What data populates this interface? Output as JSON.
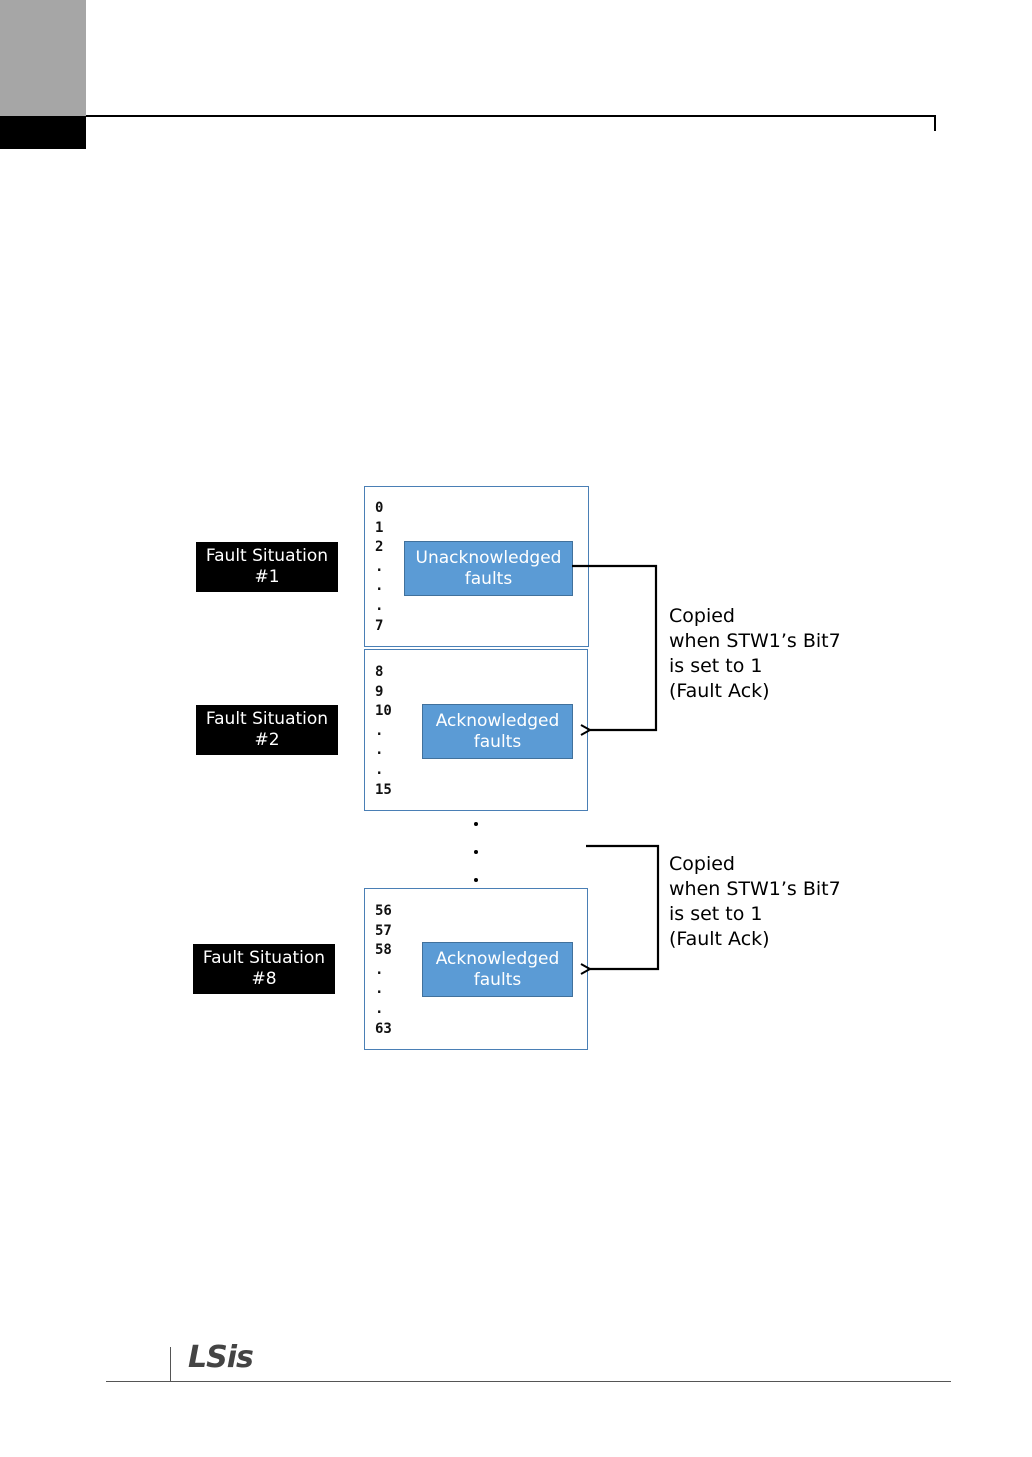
{
  "groups": [
    {
      "label_line1": "Fault Situation",
      "label_line2": "#1",
      "indices": [
        "0",
        "1",
        "2",
        ".",
        ".",
        ".",
        "7"
      ],
      "box_line1": "Unacknowledged",
      "box_line2": "faults"
    },
    {
      "label_line1": "Fault Situation",
      "label_line2": "#2",
      "indices": [
        "8",
        "9",
        "10",
        ".",
        ".",
        ".",
        "15"
      ],
      "box_line1": "Acknowledged",
      "box_line2": "faults"
    },
    {
      "label_line1": "Fault Situation",
      "label_line2": "#8",
      "indices": [
        "56",
        "57",
        "58",
        ".",
        ".",
        ".",
        "63"
      ],
      "box_line1": "Acknowledged",
      "box_line2": "faults"
    }
  ],
  "notes": [
    {
      "lines": [
        "Copied",
        "when STW1’s Bit7",
        "is set to 1",
        "(Fault Ack)"
      ]
    },
    {
      "lines": [
        "Copied",
        "when STW1’s Bit7",
        "is set to 1",
        "(Fault Ack)"
      ]
    }
  ],
  "footer": {
    "logo": "LSis"
  },
  "colors": {
    "fault_box": "#5b9bd5",
    "group_border": "#4a7fb5",
    "label_bg": "#000000"
  }
}
